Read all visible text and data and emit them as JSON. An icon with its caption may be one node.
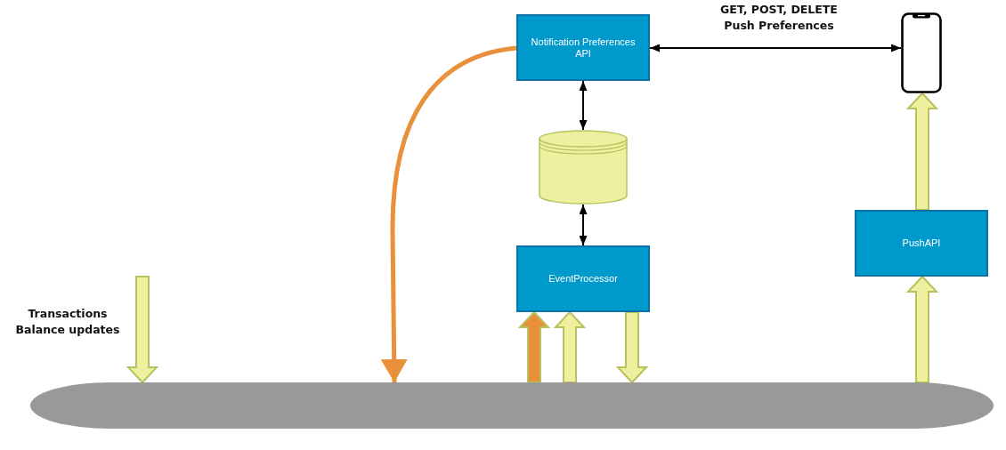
{
  "diagram": {
    "nodes": [
      {
        "text": [
          "Notification Preferences API"
        ]
      },
      {
        "text": [],
        "shape": "cylinder"
      },
      {
        "text": [
          "EventProcessor"
        ]
      },
      {
        "text": [
          "PushAPI"
        ]
      },
      {
        "text": [],
        "shape": "picture"
      },
      {
        "text": [],
        "shape": "bar"
      }
    ],
    "edges": [
      {
        "from": 0,
        "to": 4,
        "arrow": "both",
        "label": "GET, POST, DELETE Push Preferences"
      },
      {
        "from": 0,
        "to": 1,
        "arrow": "both"
      },
      {
        "from": 1,
        "to": 2,
        "arrow": "both"
      },
      {
        "from": 0,
        "to": 5,
        "arrow": "to",
        "style": "thick",
        "color": "#e8913a"
      },
      {
        "from": 5,
        "to": 2,
        "arrow": "to",
        "style": "thick",
        "color": "#e8913a"
      },
      {
        "from": 5,
        "to": 2,
        "arrow": "to",
        "style": "thick",
        "color": "#eef0a0"
      },
      {
        "from": 2,
        "to": 5,
        "arrow": "to",
        "style": "thick",
        "color": "#eef0a0"
      },
      {
        "from": 5,
        "to": 3,
        "arrow": "to",
        "style": "thick",
        "color": "#eef0a0"
      },
      {
        "from": 3,
        "to": 4,
        "arrow": "to",
        "style": "thick",
        "color": "#eef0a0"
      },
      {
        "from": null,
        "to": 5,
        "arrow": "to",
        "style": "thick",
        "color": "#eef0a0",
        "label": "Transactions Balance updates"
      }
    ]
  }
}
